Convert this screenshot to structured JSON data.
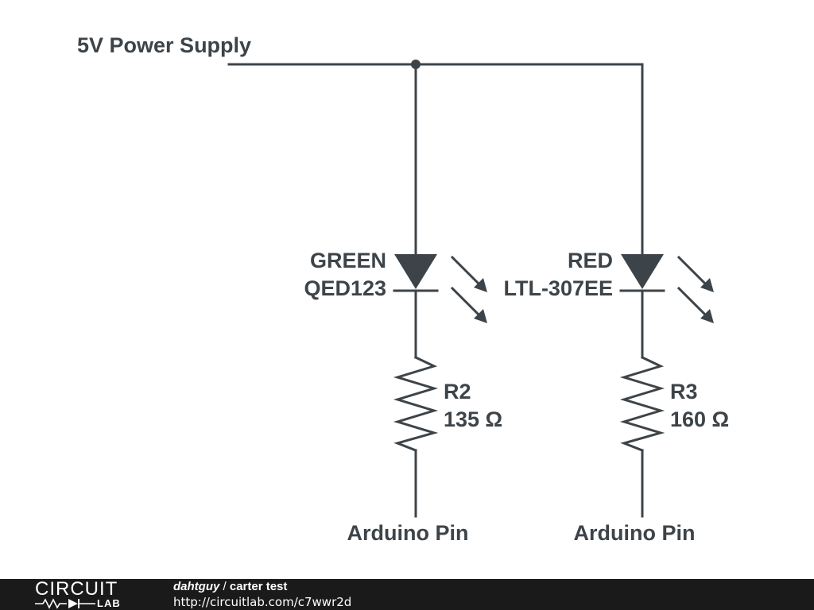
{
  "diagram": {
    "supply_label": "5V Power Supply",
    "led_left": {
      "color_label": "GREEN",
      "part_label": "QED123"
    },
    "led_right": {
      "color_label": "RED",
      "part_label": "LTL-307EE"
    },
    "resistor_left": {
      "name": "R2",
      "value": "135 Ω"
    },
    "resistor_right": {
      "name": "R3",
      "value": "160 Ω"
    },
    "pin_left": "Arduino Pin",
    "pin_right": "Arduino Pin",
    "wire_color": "#3d4449"
  },
  "footer": {
    "logo_main": "CIRCUIT",
    "logo_sub": "LAB",
    "author": "dahtguy",
    "separator": " / ",
    "title": "carter test",
    "url": "http://circuitlab.com/c7wwr2d",
    "background": "#1a1a1a"
  }
}
